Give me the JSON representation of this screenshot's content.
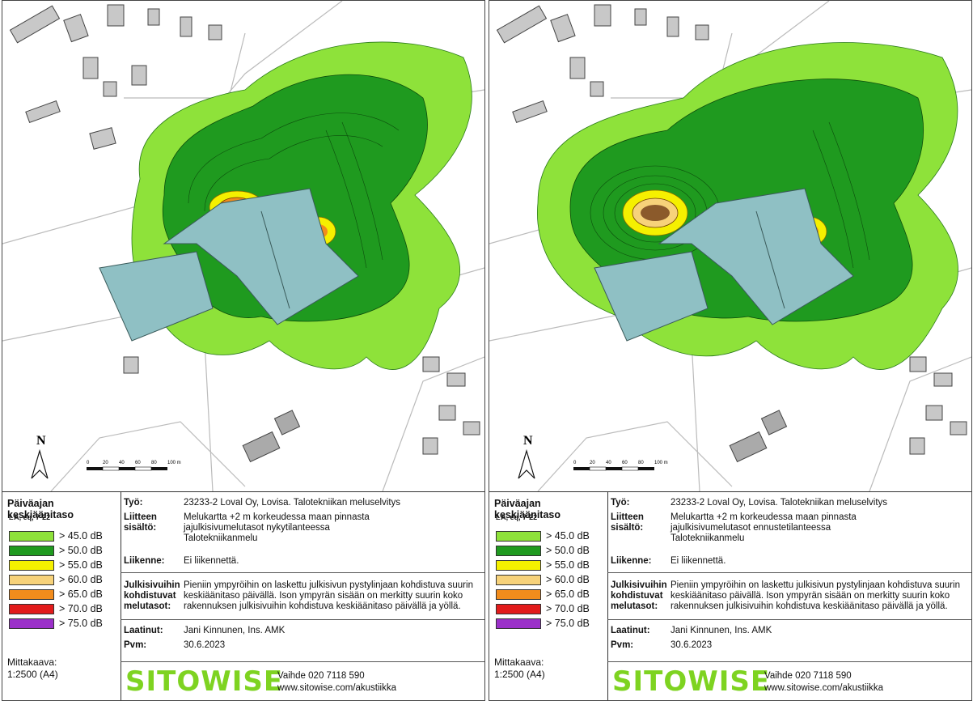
{
  "panels": [
    {
      "legend": {
        "title": "Päiväajan keskiäänitaso",
        "index_prefix": "L",
        "index_sub": "A, eq, 7-22",
        "items": [
          {
            "label": "> 45.0 dB",
            "color": "#8ee23a"
          },
          {
            "label": "> 50.0 dB",
            "color": "#1f9a1f"
          },
          {
            "label": "> 55.0 dB",
            "color": "#f5f000"
          },
          {
            "label": "> 60.0 dB",
            "color": "#f7d27a"
          },
          {
            "label": "> 65.0 dB",
            "color": "#f28c1c"
          },
          {
            "label": "> 70.0 dB",
            "color": "#e21b1b"
          },
          {
            "label": "> 75.0 dB",
            "color": "#9b30c9"
          }
        ],
        "scale_title": "Mittakaava:",
        "scale_value": "1:2500 (A4)"
      },
      "info": {
        "tyo_label": "Työ:",
        "tyo_value": "23233-2 Loval Oy, Lovisa. Talotekniikan meluselvitys",
        "liitteen_label": "Liitteen sisältö:",
        "liitteen_line1": "Melukartta +2 m korkeudessa maan pinnasta",
        "liitteen_line2": "jajulkisivumelutasot nykytilanteessa",
        "liitteen_line3": "Talotekniikanmelu",
        "liikenne_label": "Liikenne:",
        "liikenne_value": "Ei liikennettä.",
        "julkisivu_label": "Julkisivuihin kohdistuvat melutasot:",
        "julkisivu_value": "Pieniin ympyröihin on laskettu julkisivun pystylinjaan kohdistuva suurin keskiäänitaso päivällä. Ison ympyrän sisään on merkitty suurin koko rakennuksen julkisivuihin kohdistuva keskiäänitaso päivällä ja yöllä.",
        "laatinut_label": "Laatinut:",
        "laatinut_value": "Jani Kinnunen, Ins. AMK",
        "pvm_label": "Pvm:",
        "pvm_value": "30.6.2023"
      },
      "footer": {
        "logo": "SITOWISE",
        "phone": "Vaihde 020 7118 590",
        "url": "www.sitowise.com/akustiikka"
      },
      "map": {
        "north": "N",
        "scale_ticks": [
          "0",
          "20",
          "40",
          "60",
          "80",
          "100 m"
        ]
      }
    },
    {
      "legend": {
        "title": "Päiväajan keskiäänitaso",
        "index_prefix": "L",
        "index_sub": "A, eq, 7-22",
        "items": [
          {
            "label": "> 45.0 dB",
            "color": "#8ee23a"
          },
          {
            "label": "> 50.0 dB",
            "color": "#1f9a1f"
          },
          {
            "label": "> 55.0 dB",
            "color": "#f5f000"
          },
          {
            "label": "> 60.0 dB",
            "color": "#f7d27a"
          },
          {
            "label": "> 65.0 dB",
            "color": "#f28c1c"
          },
          {
            "label": "> 70.0 dB",
            "color": "#e21b1b"
          },
          {
            "label": "> 75.0 dB",
            "color": "#9b30c9"
          }
        ],
        "scale_title": "Mittakaava:",
        "scale_value": "1:2500 (A4)"
      },
      "info": {
        "tyo_label": "Työ:",
        "tyo_value": "23233-2 Loval Oy, Lovisa. Talotekniikan meluselvitys",
        "liitteen_label": "Liitteen sisältö:",
        "liitteen_line1": "Melukartta +2 m korkeudessa maan pinnasta",
        "liitteen_line2": "jajulkisivumelutasot ennustetilanteessa",
        "liitteen_line3": "Talotekniikanmelu",
        "liikenne_label": "Liikenne:",
        "liikenne_value": "Ei liikennettä.",
        "julkisivu_label": "Julkisivuihin kohdistuvat melutasot:",
        "julkisivu_value": "Pieniin ympyröihin on laskettu julkisivun pystylinjaan kohdistuva suurin keskiäänitaso päivällä. Ison ympyrän sisään on merkitty suurin koko rakennuksen julkisivuihin kohdistuva keskiäänitaso päivällä ja yöllä.",
        "laatinut_label": "Laatinut:",
        "laatinut_value": "Jani Kinnunen, Ins. AMK",
        "pvm_label": "Pvm:",
        "pvm_value": "30.6.2023"
      },
      "footer": {
        "logo": "SITOWISE",
        "phone": "Vaihde 020 7118 590",
        "url": "www.sitowise.com/akustiikka"
      },
      "map": {
        "north": "N",
        "scale_ticks": [
          "0",
          "20",
          "40",
          "60",
          "80",
          "100 m"
        ]
      }
    }
  ]
}
